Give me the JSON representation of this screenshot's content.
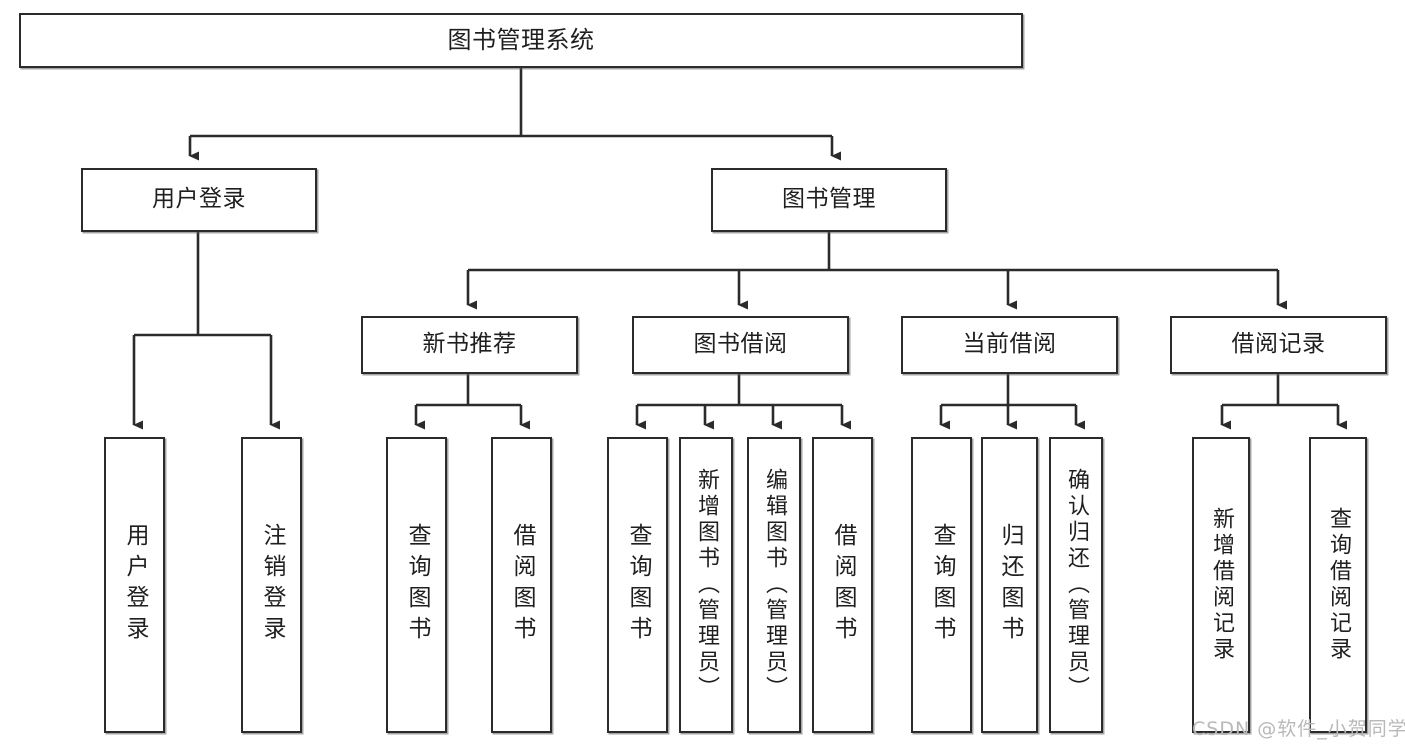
{
  "diagram": {
    "title": "图书管理系统",
    "type": "tree-hierarchy-chart",
    "colors": {
      "box_border": "#2b2b2b",
      "box_fill": "#ffffff",
      "connector": "#2b2b2b",
      "text": "#1f1f1f",
      "watermark": "#b9b9b9",
      "background": "#ffffff"
    },
    "root": {
      "label": "图书管理系统"
    },
    "level2": [
      {
        "id": "user-login",
        "label": "用户登录"
      },
      {
        "id": "book-management",
        "label": "图书管理"
      }
    ],
    "level3": [
      {
        "id": "new-book-recommend",
        "label": "新书推荐"
      },
      {
        "id": "book-borrow",
        "label": "图书借阅"
      },
      {
        "id": "current-borrow",
        "label": "当前借阅"
      },
      {
        "id": "borrow-record",
        "label": "借阅记录"
      }
    ],
    "leaves": {
      "user_login": [
        {
          "id": "leaf-user-login",
          "label": "用户登录"
        },
        {
          "id": "leaf-logout-login",
          "label": "注销登录"
        }
      ],
      "new_book_recommend": [
        {
          "id": "leaf-query-book-1",
          "label": "查询图书"
        },
        {
          "id": "leaf-borrow-book-1",
          "label": "借阅图书"
        }
      ],
      "book_borrow": [
        {
          "id": "leaf-query-book-2",
          "label": "查询图书"
        },
        {
          "id": "leaf-add-book",
          "label": "新增图书（管理员）"
        },
        {
          "id": "leaf-edit-book",
          "label": "编辑图书（管理员）"
        },
        {
          "id": "leaf-borrow-book-2",
          "label": "借阅图书"
        }
      ],
      "current_borrow": [
        {
          "id": "leaf-query-book-3",
          "label": "查询图书"
        },
        {
          "id": "leaf-return-book",
          "label": "归还图书"
        },
        {
          "id": "leaf-confirm-return",
          "label": "确认归还（管理员）"
        }
      ],
      "borrow_record": [
        {
          "id": "leaf-add-record",
          "label": "新增借阅记录"
        },
        {
          "id": "leaf-query-record",
          "label": "查询借阅记录"
        }
      ]
    }
  },
  "watermark": {
    "text": "CSDN @软件_小贺同学"
  }
}
